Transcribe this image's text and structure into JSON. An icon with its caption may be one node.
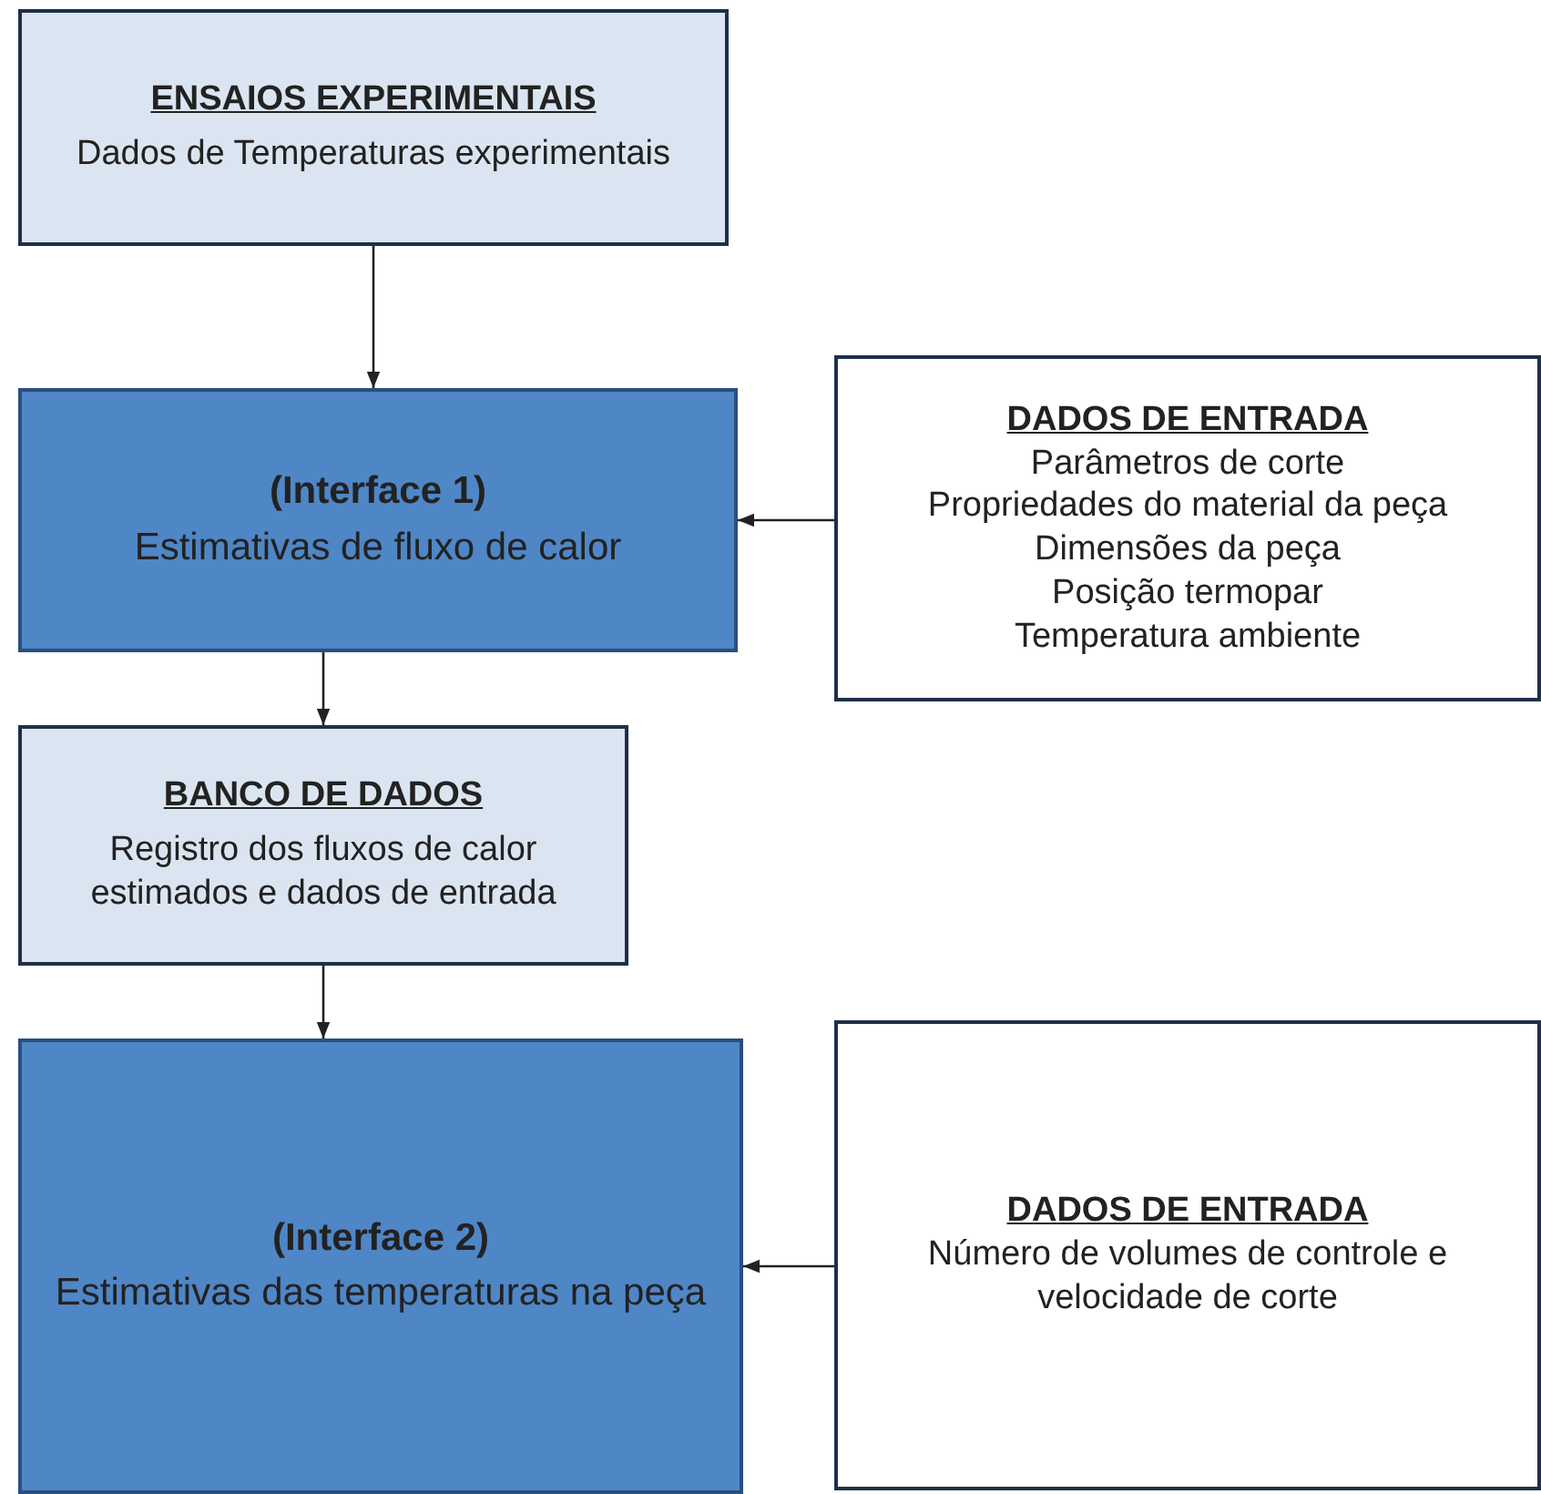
{
  "diagram": {
    "nodes": [
      {
        "text": [
          "ENSAIOS EXPERIMENTAIS",
          "Dados de Temperaturas experimentais"
        ]
      },
      {
        "text": [
          "(Interface 1)",
          "Estimativas de fluxo de calor"
        ]
      },
      {
        "text": [
          "BANCO DE DADOS",
          "Registro dos fluxos de calor estimados e dados de entrada"
        ]
      },
      {
        "text": [
          "(Interface 2)",
          "Estimativas das temperaturas  na peça"
        ]
      },
      {
        "text": [
          "DADOS DE ENTRADA",
          "Parâmetros de corte",
          "Propriedades do material da peça",
          "Dimensões da peça",
          "Posição termopar",
          "Temperatura ambiente"
        ]
      },
      {
        "text": [
          "DADOS DE ENTRADA",
          "Número de volumes de controle e velocidade de corte"
        ]
      }
    ],
    "edges": [
      {
        "from": 0,
        "to": 1,
        "arrow": "to"
      },
      {
        "from": 4,
        "to": 1,
        "arrow": "to"
      },
      {
        "from": 1,
        "to": 2,
        "arrow": "to"
      },
      {
        "from": 2,
        "to": 3,
        "arrow": "to"
      },
      {
        "from": 5,
        "to": 3,
        "arrow": "to"
      }
    ]
  }
}
